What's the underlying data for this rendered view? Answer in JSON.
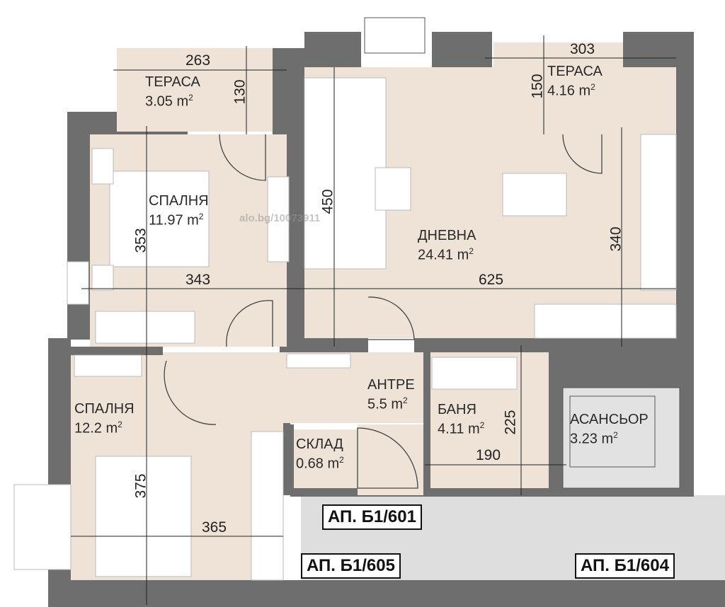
{
  "rooms": [
    {
      "name": "ТЕРАСА",
      "area": "3.05 m",
      "unit_sup": "2"
    },
    {
      "name": "ТЕРАСА",
      "area": "4.16 m",
      "unit_sup": "2"
    },
    {
      "name": "СПАЛНЯ",
      "area": "11.97 m",
      "unit_sup": "2"
    },
    {
      "name": "ДНЕВНА",
      "area": "24.41 m",
      "unit_sup": "2"
    },
    {
      "name": "СПАЛНЯ",
      "area": "12.2 m",
      "unit_sup": "2"
    },
    {
      "name": "АНТРЕ",
      "area": "5.5 m",
      "unit_sup": "2"
    },
    {
      "name": "БАНЯ",
      "area": "4.11 m",
      "unit_sup": "2"
    },
    {
      "name": "СКЛАД",
      "area": "0.68 m",
      "unit_sup": "2"
    },
    {
      "name": "АСАНСЬОР",
      "area": "3.23 m",
      "unit_sup": "2"
    }
  ],
  "dimensions": [
    "263",
    "130",
    "303",
    "150",
    "353",
    "343",
    "450",
    "625",
    "340",
    "375",
    "365",
    "225",
    "190"
  ],
  "apartment_labels": [
    "АП. Б1/601",
    "АП. Б1/605",
    "АП. Б1/604"
  ],
  "watermark": "alo.bg/10073911",
  "colors": {
    "wall": "#6e6e6e",
    "floor": "#efe3d8",
    "corridor": "#dedede",
    "furniture": "#ffffff"
  }
}
